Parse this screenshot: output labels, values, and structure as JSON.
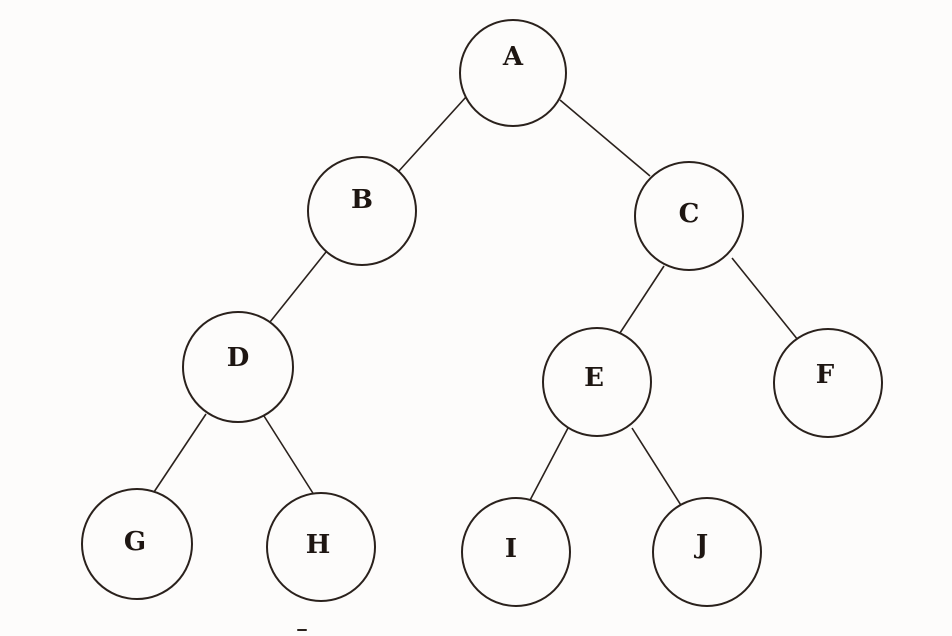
{
  "diagram": {
    "type": "binary-tree",
    "nodes": [
      {
        "id": "A",
        "label": "A"
      },
      {
        "id": "B",
        "label": "B"
      },
      {
        "id": "C",
        "label": "C"
      },
      {
        "id": "D",
        "label": "D"
      },
      {
        "id": "E",
        "label": "E"
      },
      {
        "id": "F",
        "label": "F"
      },
      {
        "id": "G",
        "label": "G"
      },
      {
        "id": "H",
        "label": "H"
      },
      {
        "id": "I",
        "label": "I"
      },
      {
        "id": "J",
        "label": "J"
      }
    ],
    "edges": [
      {
        "from": "A",
        "to": "B"
      },
      {
        "from": "A",
        "to": "C"
      },
      {
        "from": "B",
        "to": "D"
      },
      {
        "from": "C",
        "to": "E"
      },
      {
        "from": "C",
        "to": "F"
      },
      {
        "from": "D",
        "to": "G"
      },
      {
        "from": "D",
        "to": "H"
      },
      {
        "from": "E",
        "to": "I"
      },
      {
        "from": "E",
        "to": "J"
      }
    ],
    "colors": {
      "stroke": "#2a211c",
      "background": "#fdfcfb",
      "text": "#1e1612"
    }
  }
}
